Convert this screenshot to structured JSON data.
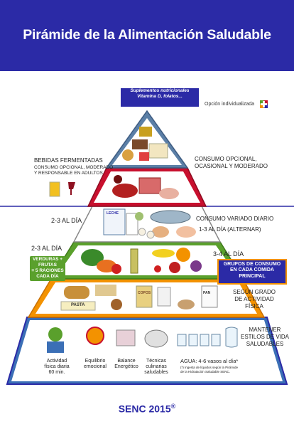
{
  "title": "Pirámide de la Alimentación Saludable",
  "footer": {
    "brand": "SENC 2015",
    "reg": "®"
  },
  "supplements": {
    "line1": "Suplementos nutricionales",
    "line2": "Vitamina D, folatos..."
  },
  "optional_label": "Opción individualizada",
  "fermented": {
    "title": "BEBIDAS FERMENTADAS",
    "line1": "CONSUMO OPCIONAL, MODERADO",
    "line2": "Y RESPONSABLE EN ADULTOS"
  },
  "occasional": {
    "line1": "CONSUMO OPCIONAL,",
    "line2": "OCASIONAL Y MODERADO"
  },
  "daily_protein": {
    "left": "2-3  AL DÍA",
    "right1": "CONSUMO VARIADO DIARIO",
    "right2": "1-3  AL DÍA (ALTERNAR)"
  },
  "veg_fruit": {
    "left": "2-3  AL DÍA",
    "right": "3-4  AL DÍA",
    "box_line1": "VERDURAS +",
    "box_line2": "FRUTAS",
    "box_line3": "= 5 RACIONES",
    "box_line4": "CADA DÍA"
  },
  "groups_box": {
    "line1": "GRUPOS DE CONSUMO",
    "line2": "EN CADA COMIDA",
    "line3": "PRINCIPAL"
  },
  "cereals": {
    "line1": "SEGÚN GRADO",
    "line2": "DE ACTIVIDAD",
    "line3": "FÍSICA"
  },
  "lifestyle": {
    "line1": "MANTENER",
    "line2": "ESTILOS DE VIDA",
    "line3": "SALUDABLES"
  },
  "base_items": [
    {
      "line1": "Actividad",
      "line2": "física diaria",
      "line3": "60 min."
    },
    {
      "line1": "Equilibrio",
      "line2": "emocional",
      "line3": ""
    },
    {
      "line1": "Balance",
      "line2": "Energético",
      "line3": ""
    },
    {
      "line1": "Técnicas",
      "line2": "culinarias",
      "line3": "saludables"
    }
  ],
  "water": {
    "title": "AGUA: 4-6 vasos al día*",
    "note1": "(*) Ingesta de líquidos según la Pirámide",
    "note2": "de la Hidratación Saludable SENC."
  },
  "product_labels": {
    "milk": "LECHE",
    "pasta": "PASTA",
    "flakes": "COPOS",
    "bread": "PAN"
  },
  "colors": {
    "header": "#2b2aa6",
    "tier_top": "#5b7fa6",
    "tier_red": "#c8102e",
    "tier_white": "#ffffff",
    "tier_green": "#5aa02c",
    "tier_orange": "#f39200",
    "tier_base": "#3b6fb6",
    "accent_orange": "#f39200"
  }
}
